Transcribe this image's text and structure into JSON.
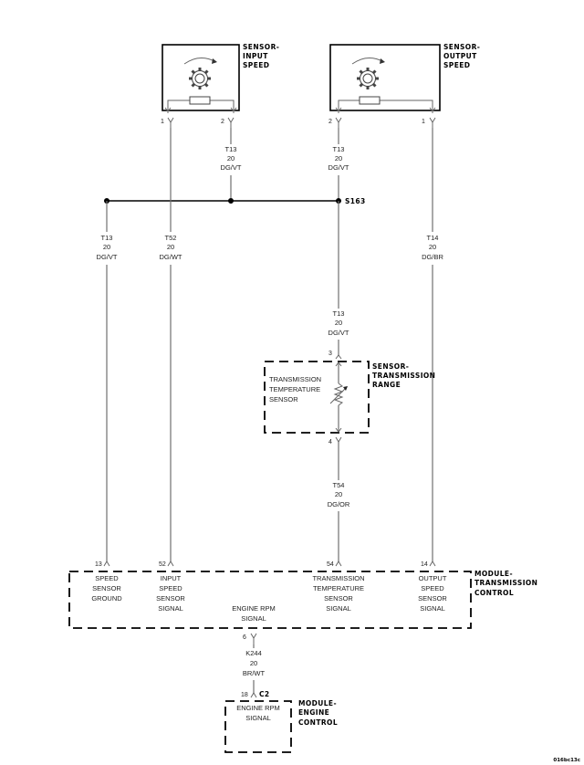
{
  "components": {
    "input_speed_sensor": {
      "title_lines": [
        "SENSOR-",
        "INPUT",
        "SPEED"
      ],
      "pins": [
        "1",
        "2"
      ]
    },
    "output_speed_sensor": {
      "title_lines": [
        "SENSOR-",
        "OUTPUT",
        "SPEED"
      ],
      "pins": [
        "2",
        "1"
      ]
    },
    "transmission_range_sensor": {
      "title_lines": [
        "SENSOR-",
        "TRANSMISSION",
        "RANGE"
      ],
      "inner_label_lines": [
        "TRANSMISSION",
        "TEMPERATURE",
        "SENSOR"
      ],
      "pins": [
        "3",
        "4"
      ]
    },
    "transmission_control_module": {
      "title_lines": [
        "MODULE-",
        "TRANSMISSION",
        "CONTROL"
      ],
      "pins": [
        {
          "pin": "13",
          "label_lines": [
            "SPEED",
            "SENSOR",
            "GROUND"
          ]
        },
        {
          "pin": "52",
          "label_lines": [
            "INPUT",
            "SPEED",
            "SENSOR",
            "SIGNAL"
          ]
        },
        {
          "pin": "54",
          "label_lines": [
            "TRANSMISSION",
            "TEMPERATURE",
            "SENSOR",
            "SIGNAL"
          ]
        },
        {
          "pin": "14",
          "label_lines": [
            "OUTPUT",
            "SPEED",
            "SENSOR",
            "SIGNAL"
          ]
        },
        {
          "pin": "6",
          "label_lines": [
            "ENGINE RPM",
            "SIGNAL"
          ]
        }
      ]
    },
    "engine_control_module": {
      "title_lines": [
        "MODULE-",
        "ENGINE",
        "CONTROL"
      ],
      "connector": "C2",
      "pin": "18",
      "label_lines": [
        "ENGINE RPM",
        "SIGNAL"
      ]
    }
  },
  "splice": {
    "id": "S163"
  },
  "wires": {
    "input_sensor_pin2": [
      "T13",
      "20",
      "DG/VT"
    ],
    "output_sensor_pin2": [
      "T13",
      "20",
      "DG/VT"
    ],
    "ground_to_tcm13": [
      "T13",
      "20",
      "DG/VT"
    ],
    "input_signal_t52": [
      "T52",
      "20",
      "DG/WT"
    ],
    "output_signal_t14": [
      "T14",
      "20",
      "DG/BR"
    ],
    "splice_to_range_sensor": [
      "T13",
      "20",
      "DG/VT"
    ],
    "range_sensor_to_tcm_t54": [
      "T54",
      "20",
      "DG/OR"
    ],
    "rpm_k244": [
      "K244",
      "20",
      "BR/WT"
    ]
  },
  "figure_code": "016bc13c"
}
